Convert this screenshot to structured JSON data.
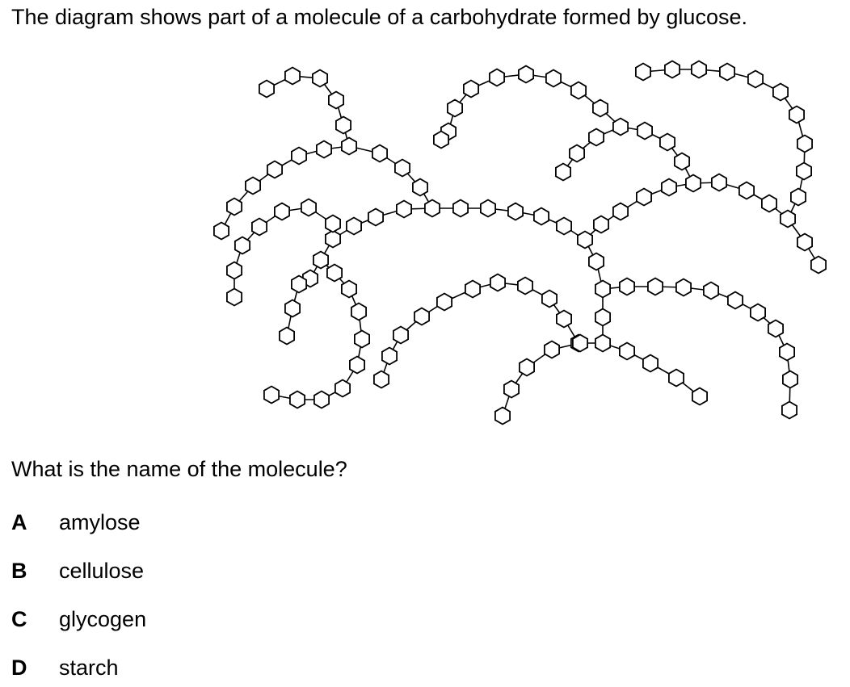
{
  "question": {
    "intro": "The diagram shows part of a molecule of a carbohydrate formed by glucose.",
    "prompt": "What is the name of the molecule?"
  },
  "options": [
    {
      "letter": "A",
      "text": "amylose"
    },
    {
      "letter": "B",
      "text": "cellulose"
    },
    {
      "letter": "C",
      "text": "glycogen"
    },
    {
      "letter": "D",
      "text": "starch"
    }
  ],
  "diagram": {
    "description_icon": "branched-glucose-chain-icon",
    "stroke_color": "#000000",
    "fill_color": "#ffffff"
  }
}
